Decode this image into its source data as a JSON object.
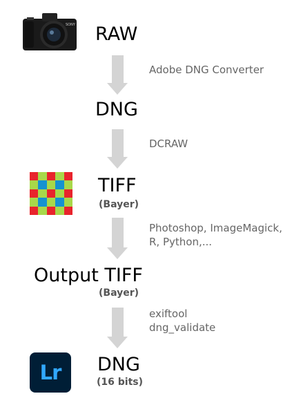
{
  "nodes": {
    "raw": {
      "label": "RAW"
    },
    "dng1": {
      "label": "DNG"
    },
    "tiff": {
      "label": "TIFF",
      "sub": "(Bayer)"
    },
    "output": {
      "label": "Output TIFF",
      "sub": "(Bayer)"
    },
    "dng2": {
      "label": "DNG",
      "sub": "(16 bits)"
    }
  },
  "steps": [
    {
      "lines": [
        "Adobe DNG Converter"
      ]
    },
    {
      "lines": [
        "DCRAW"
      ]
    },
    {
      "lines": [
        "Photoshop, ImageMagick,",
        "R, Python,..."
      ]
    },
    {
      "lines": [
        "exiftool",
        "dng_validate"
      ]
    }
  ],
  "icons": {
    "camera": {
      "brand_text": "SONY",
      "name": "camera-icon"
    },
    "bayer": {
      "name": "bayer-pattern-icon",
      "colors": {
        "red": "#e8242c",
        "green": "#a8d84a",
        "blue": "#1592d0"
      },
      "rows": [
        [
          "red",
          "green",
          "red",
          "green",
          "red"
        ],
        [
          "green",
          "blue",
          "green",
          "blue",
          "green"
        ],
        [
          "red",
          "green",
          "red",
          "green",
          "red"
        ],
        [
          "green",
          "blue",
          "green",
          "blue",
          "green"
        ],
        [
          "red",
          "green",
          "red",
          "green",
          "red"
        ]
      ]
    },
    "lightroom": {
      "text": "Lr",
      "name": "lightroom-icon"
    }
  },
  "colors": {
    "arrow": "#d4d4d4",
    "step_text": "#666666",
    "sub_text": "#555555"
  }
}
